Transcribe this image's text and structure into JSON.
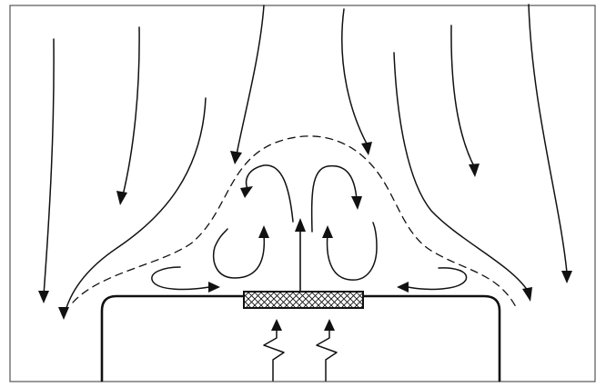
{
  "diagram": {
    "colors": {
      "background": "#ffffff",
      "ink": "#111111",
      "frame": "#555555"
    },
    "elements": [
      "falling-streamlines",
      "plume-recirculation-vortices",
      "dashed-flow-boundary",
      "heated-block",
      "cross-hatched-heater-strip",
      "zigzag-heat-input-arrows",
      "central-updraft-arrow",
      "surface-inflow-eddies"
    ]
  }
}
